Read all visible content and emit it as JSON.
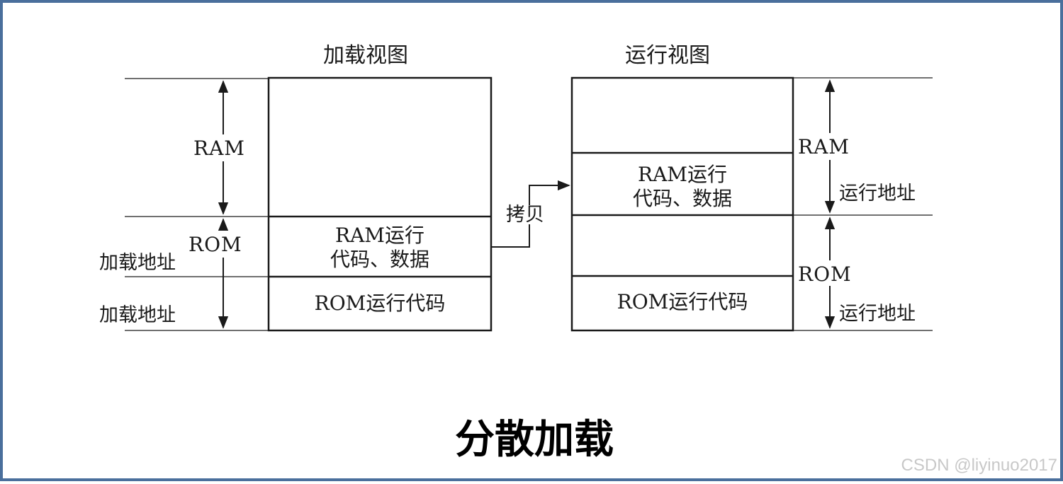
{
  "load_view": {
    "title": "加载视图",
    "ram_label": "RAM",
    "rom_label": "ROM",
    "load_addr_upper": "加载地址",
    "load_addr_lower": "加载地址",
    "ram_code_line1": "RAM运行",
    "ram_code_line2": "代码、数据",
    "rom_code": "ROM运行代码"
  },
  "copy_label": "拷贝",
  "run_view": {
    "title": "运行视图",
    "ram_label": "RAM",
    "rom_label": "ROM",
    "run_addr_upper": "运行地址",
    "run_addr_lower": "运行地址",
    "ram_code_line1": "RAM运行",
    "ram_code_line2": "代码、数据",
    "rom_code": "ROM运行代码"
  },
  "caption": "分散加载",
  "watermark": "CSDN @liyinuo2017",
  "colors": {
    "frame": "#4a6f9c",
    "line": "#1a1a1a",
    "watermark": "#c8c8c8"
  }
}
